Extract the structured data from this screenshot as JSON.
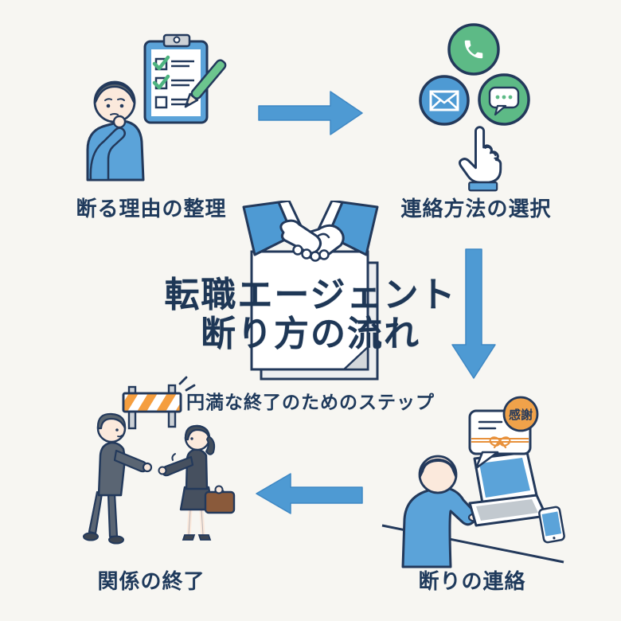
{
  "background": "#f7f6f2",
  "palette": {
    "blue": "#4e9ad3",
    "light_blue": "#5ba3d9",
    "green": "#5dba86",
    "orange": "#f0a24a",
    "navy": "#1f3a5c",
    "suit_gray": "#5a6573",
    "briefcase_brown": "#8a5a3b"
  },
  "title": {
    "line1": "転職エージェント",
    "line2": "断り方の流れ"
  },
  "subtitle": "円満な終了のためのステップ",
  "steps": [
    {
      "label": "断る理由の整理",
      "position": "top-left",
      "icon": "thinking-person-with-checklist-icon"
    },
    {
      "label": "連絡方法の選択",
      "position": "top-right",
      "icon": "phone-mail-chat-selection-icon"
    },
    {
      "label": "断りの連絡",
      "position": "bottom-right",
      "icon": "typing-laptop-gratitude-icon"
    },
    {
      "label": "関係の終了",
      "position": "bottom-left",
      "icon": "farewell-people-barrier-icon"
    }
  ],
  "badge_label": "感謝",
  "center_icon": "handshake-over-document",
  "arrows": [
    {
      "direction": "right"
    },
    {
      "direction": "down"
    },
    {
      "direction": "left"
    }
  ]
}
